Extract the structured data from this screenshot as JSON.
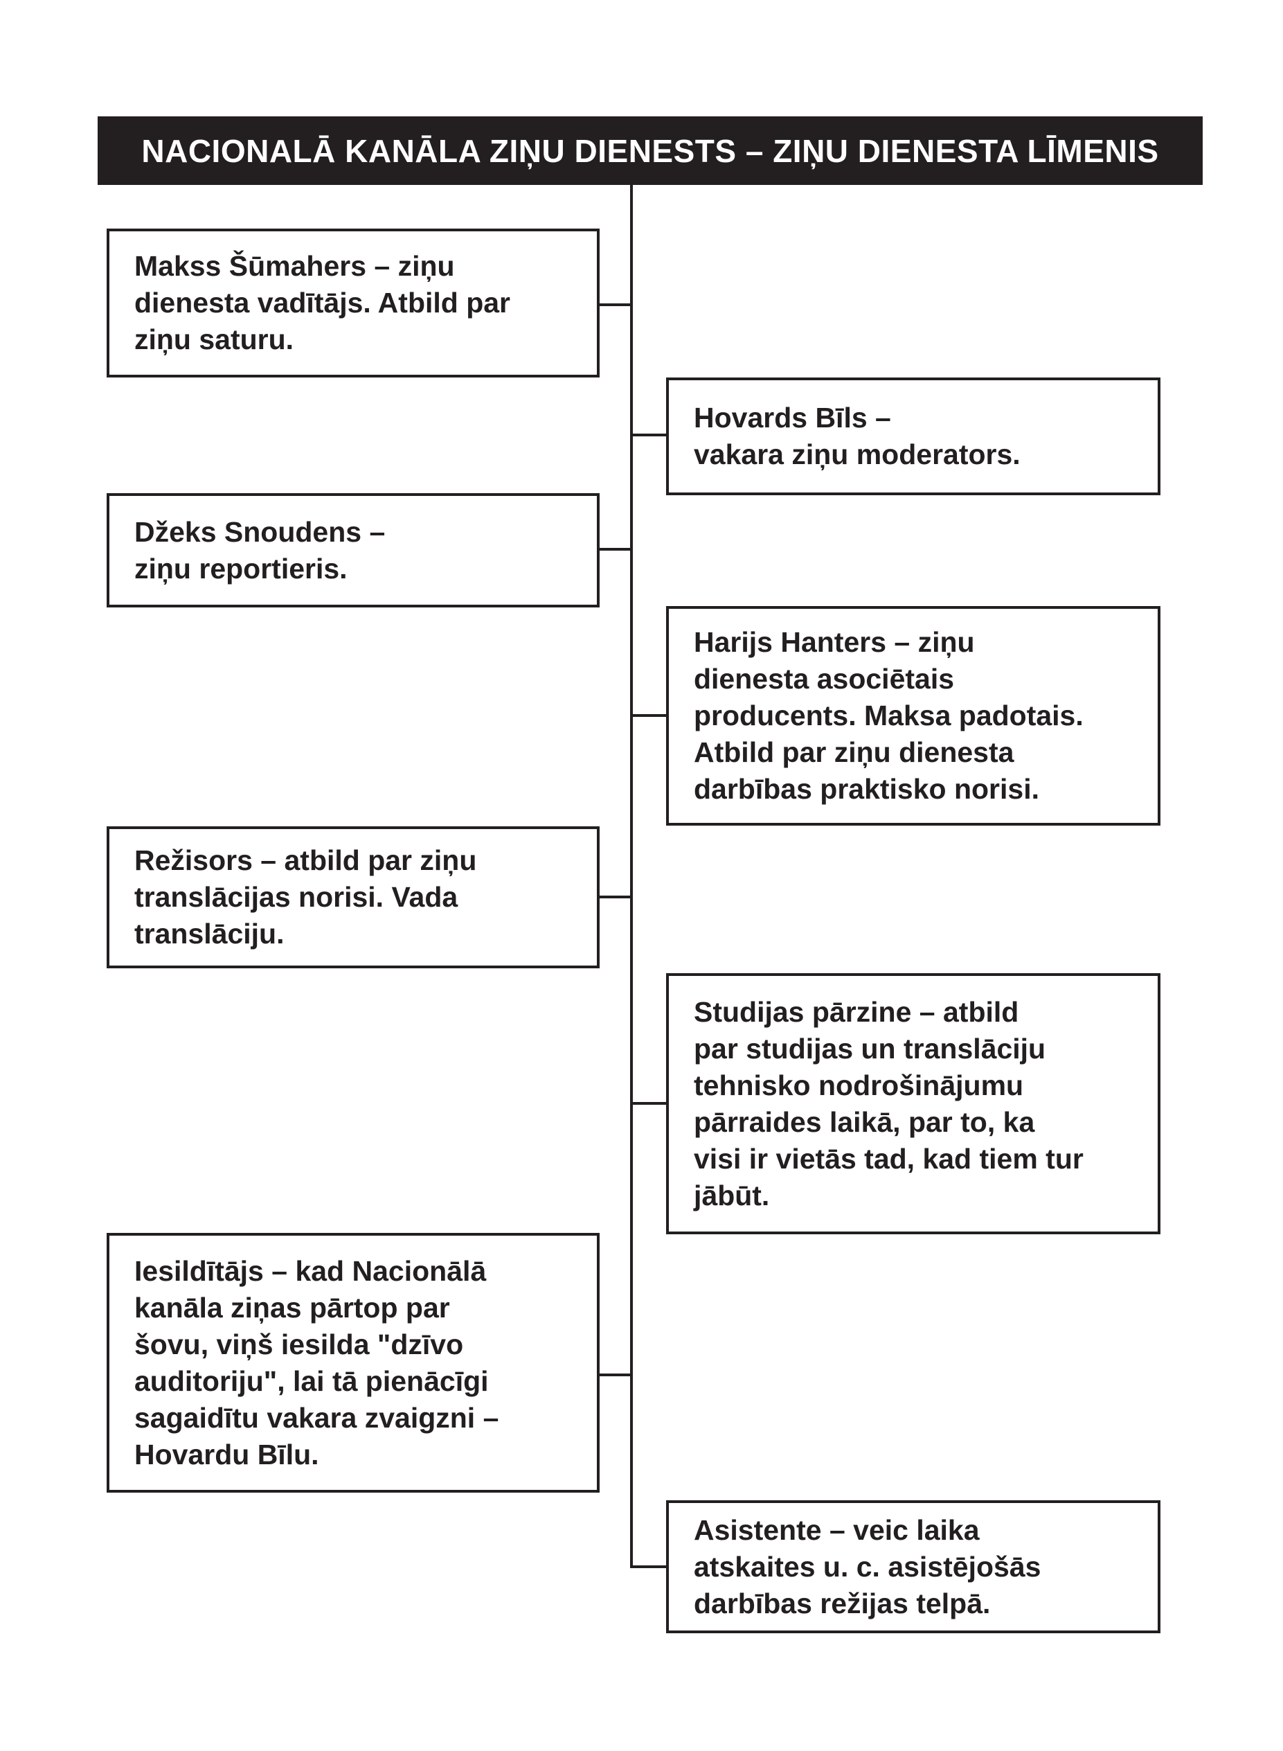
{
  "header": {
    "title": "NACIONALĀ KANĀLA ZIŅU DIENESTS – ZIŅU DIENESTA LĪMENIS"
  },
  "boxes": {
    "left": [
      {
        "role": "news-director",
        "text": "Makss Šūmahers – ziņu\ndienesta vadītājs. Atbild par\nziņu saturu."
      },
      {
        "role": "news-reporter",
        "text": "Džeks Snoudens –\nziņu reportieris."
      },
      {
        "role": "director",
        "text": "Režisors – atbild par ziņu\ntranslācijas norisi. Vada\ntranslāciju."
      },
      {
        "role": "warm-up-man",
        "text": "Iesildītājs – kad Nacionālā\nkanāla ziņas pārtop par\nšovu, viņš iesilda \"dzīvo\nauditoriju\", lai tā pienācīgi\nsagaidītu vakara zvaigzni –\nHovardu Bīlu."
      }
    ],
    "right": [
      {
        "role": "evening-news-anchor",
        "text": "Hovards Bīls –\nvakara ziņu moderators."
      },
      {
        "role": "associate-producer",
        "text": "Harijs Hanters – ziņu\ndienesta asociētais\nproducents. Maksa padotais.\nAtbild par ziņu dienesta\ndarbības praktisko norisi."
      },
      {
        "role": "studio-supervisor",
        "text": "Studijas pārzine – atbild\npar studijas un translāciju\ntehnisko nodrošinājumu\npārraides laikā, par to, ka\nvisi ir vietās tad, kad tiem tur\njābūt."
      },
      {
        "role": "assistant",
        "text": "Asistente – veic laika\natskaites u. c. asistējošās\ndarbības režijas telpā."
      }
    ]
  },
  "colors": {
    "ink": "#231f20",
    "background": "#ffffff"
  }
}
